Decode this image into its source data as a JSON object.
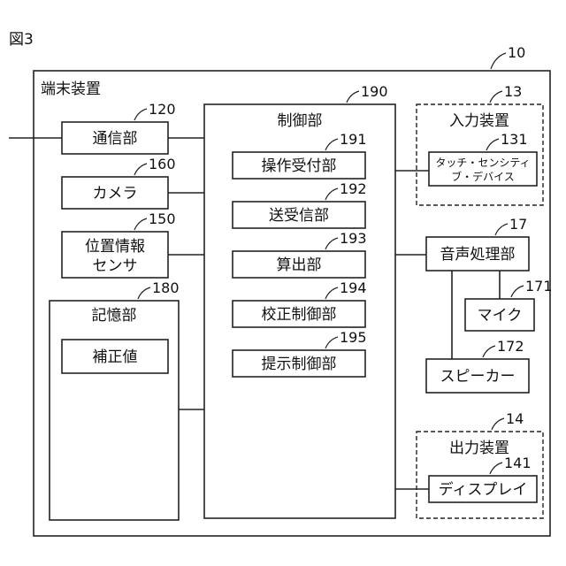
{
  "figure_label": "図3",
  "terminal": {
    "label": "端末装置",
    "ref": "10"
  },
  "communication": {
    "label": "通信部",
    "ref": "120"
  },
  "camera": {
    "label": "カメラ",
    "ref": "160"
  },
  "position_sensor": {
    "label_line1": "位置情報",
    "label_line2": "センサ",
    "ref": "150"
  },
  "storage": {
    "label": "記憶部",
    "ref": "180",
    "correction_value": "補正値"
  },
  "control": {
    "label": "制御部",
    "ref": "190",
    "units": [
      {
        "label": "操作受付部",
        "ref": "191"
      },
      {
        "label": "送受信部",
        "ref": "192"
      },
      {
        "label": "算出部",
        "ref": "193"
      },
      {
        "label": "校正制御部",
        "ref": "194"
      },
      {
        "label": "提示制御部",
        "ref": "195"
      }
    ]
  },
  "input_device": {
    "label": "入力装置",
    "ref": "13",
    "touch_line1": "タッチ・センシティ",
    "touch_line2": "ブ・デバイス",
    "touch_ref": "131"
  },
  "audio": {
    "label": "音声処理部",
    "ref": "17",
    "mic": "マイク",
    "mic_ref": "171",
    "speaker": "スピーカー",
    "speaker_ref": "172"
  },
  "output_device": {
    "label": "出力装置",
    "ref": "14",
    "display": "ディスプレイ",
    "display_ref": "141"
  }
}
